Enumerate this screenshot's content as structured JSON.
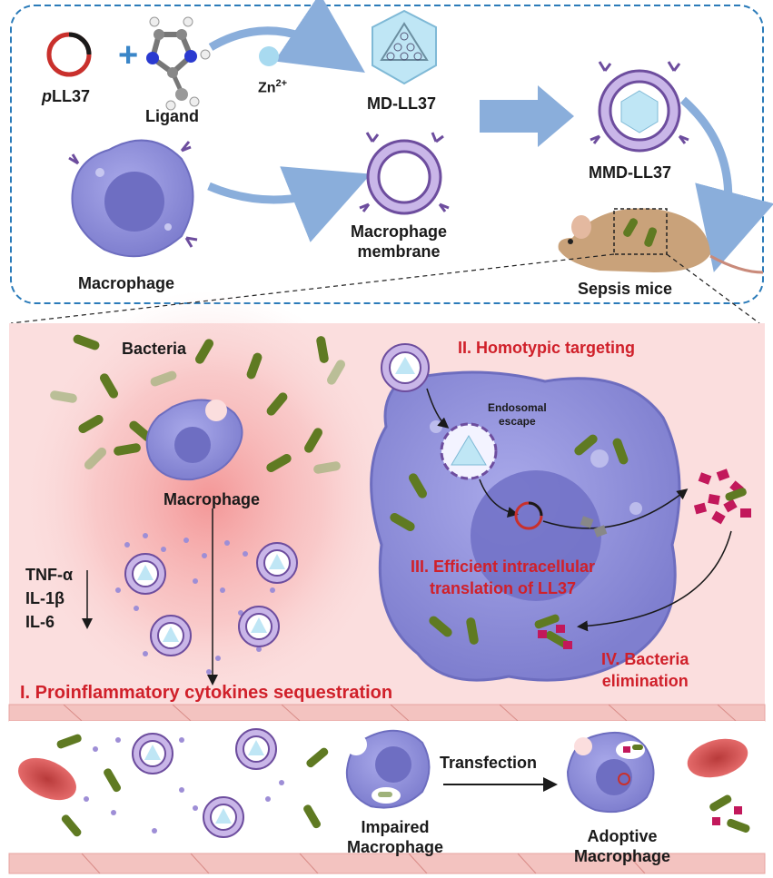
{
  "top": {
    "plasmid_label_prefix": "p",
    "plasmid_label_suffix": "LL37",
    "ligand_label": "Ligand",
    "zinc_label": "Zn",
    "zinc_superscript": "2+",
    "md_label": "MD-LL37",
    "mmd_label": "MMD-LL37",
    "membrane_label_line1": "Macrophage",
    "membrane_label_line2": "membrane",
    "macrophage_label": "Macrophage",
    "mice_label": "Sepsis mice"
  },
  "middle": {
    "bacteria_label": "Bacteria",
    "macrophage_label": "Macrophage",
    "cytokines": [
      "TNF-α",
      "IL-1β",
      "IL-6"
    ],
    "step2": "II. Homotypic targeting",
    "endosomal_line1": "Endosomal",
    "endosomal_line2": "escape",
    "step3_line1": "III. Efficient intracellular",
    "step3_line2": "translation of LL37",
    "step4_line1": "IV. Bacteria",
    "step4_line2": "elimination",
    "step1": "I. Proinflammatory cytokines sequestration"
  },
  "bottom": {
    "transfection_label": "Transfection",
    "impaired_line1": "Impaired",
    "impaired_line2": "Macrophage",
    "adoptive_line1": "Adoptive",
    "adoptive_line2": "Macrophage"
  },
  "colors": {
    "text_red": "#d0202a",
    "border_blue": "#2b7bb9",
    "arrow_blue": "#8aaedb",
    "cell_purple": "#8f8fd9",
    "bacteria_green": "#5f7a22",
    "panel_pink": "#fbdede",
    "vessel_pink": "#f3c3c0"
  }
}
